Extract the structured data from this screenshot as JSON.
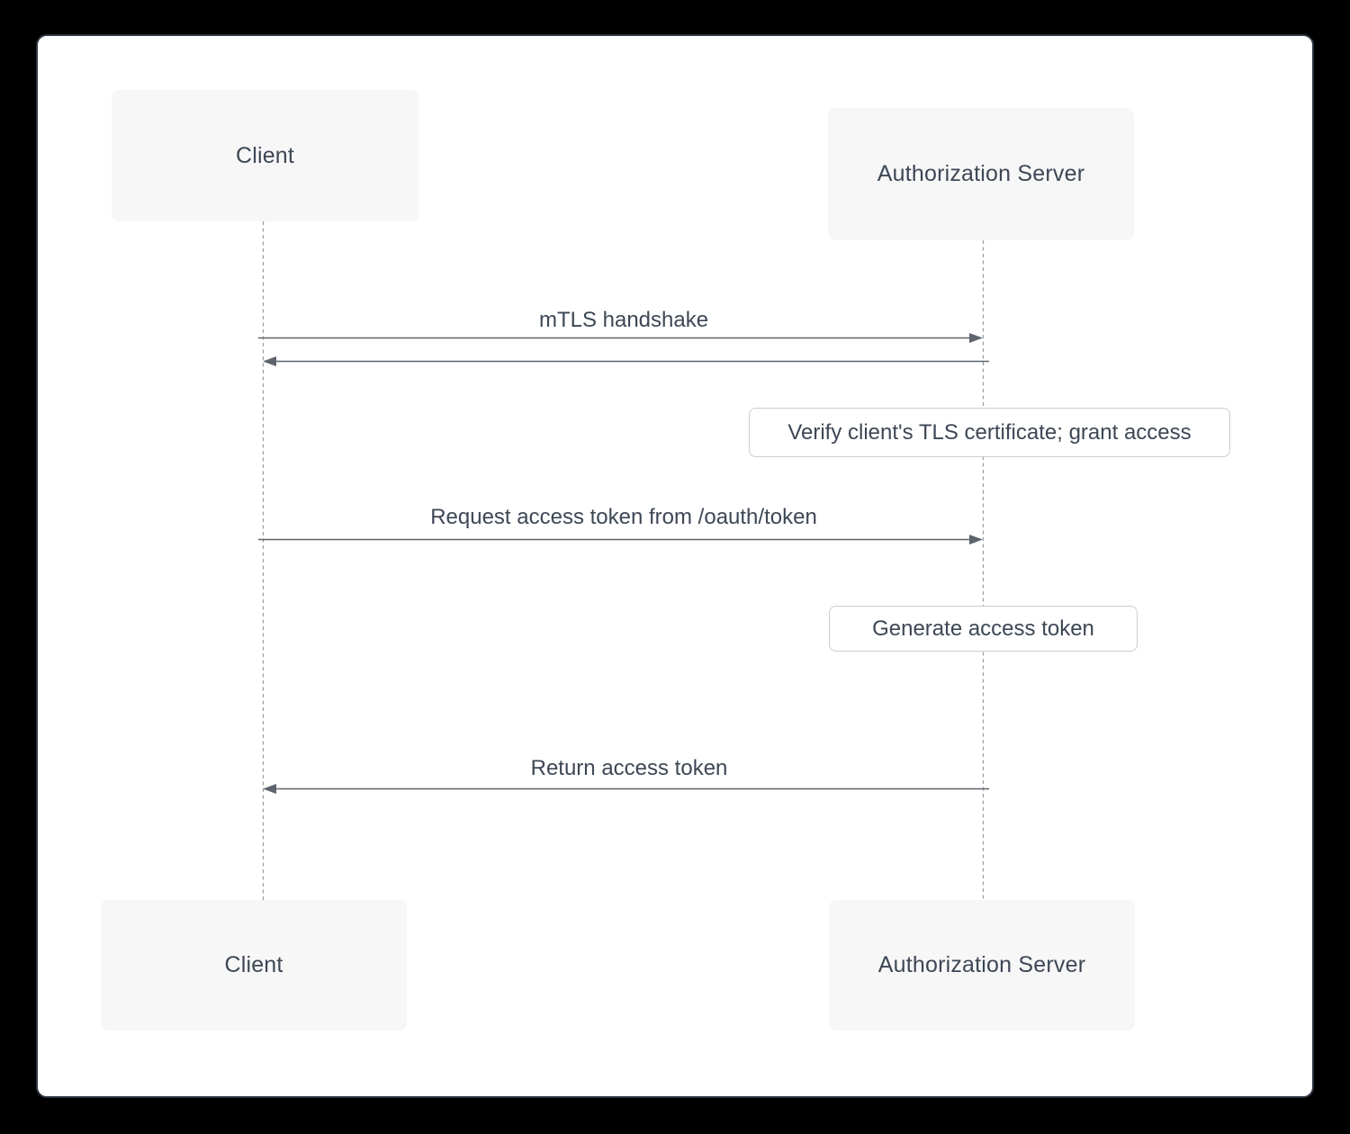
{
  "actors": {
    "client": {
      "label": "Client"
    },
    "authorization_server": {
      "label": "Authorization Server"
    }
  },
  "messages": [
    {
      "label": "mTLS handshake",
      "from": "client",
      "to": "authorization_server",
      "has_reply_arrow": true
    },
    {
      "label": "Request access token from /oauth/token",
      "from": "client",
      "to": "authorization_server"
    },
    {
      "label": "Return access token",
      "from": "authorization_server",
      "to": "client"
    }
  ],
  "notes": [
    {
      "label": "Verify client's TLS certificate; grant access",
      "lifeline": "authorization_server"
    },
    {
      "label": "Generate access token",
      "lifeline": "authorization_server"
    }
  ],
  "colors": {
    "page_background": "#000000",
    "card_background": "#ffffff",
    "actor_box_fill": "#f7f7f8",
    "note_border": "#c9cdd2",
    "text": "#3d4755",
    "arrow": "#5d646d",
    "lifeline": "#98a0a7"
  }
}
